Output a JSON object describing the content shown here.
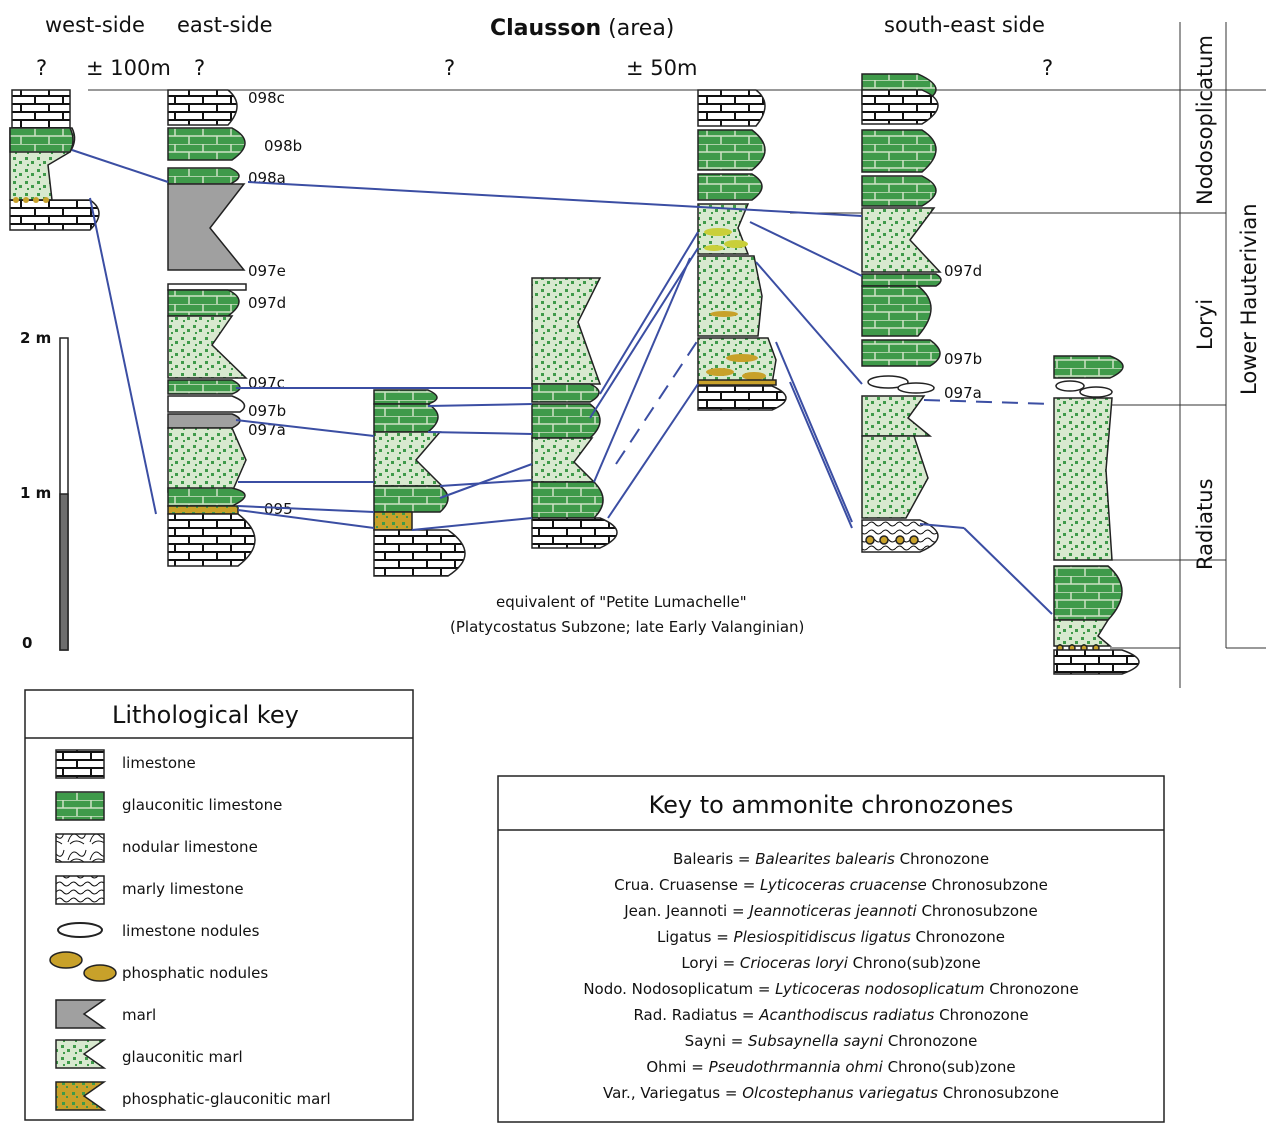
{
  "header": {
    "west_side": "west-side",
    "east_side": "east-side",
    "title_bold": "Clausson",
    "title_rest": " (area)",
    "south_east_side": "south-east side",
    "q1": "?",
    "dist1": "± 100m",
    "q2": "?",
    "q3": "?",
    "dist2": "± 50m",
    "q4": "?"
  },
  "zones": {
    "nodosoplicatum": "Nodosoplicatum",
    "loryi": "Loryi",
    "radiatus": "Radiatus",
    "stage": "Lower Hauterivian"
  },
  "scale": {
    "top": "2 m",
    "mid": "1 m",
    "bottom": "0"
  },
  "beds": {
    "b098c": "098c",
    "b098b": "098b",
    "b098a": "098a",
    "b097e": "097e",
    "b097d_left": "097d",
    "b097c": "097c",
    "b097b_left": "097b",
    "b097a_left": "097a",
    "b095": "095",
    "b097d_right": "097d",
    "b097b_right": "097b",
    "b097a_right": "097a"
  },
  "note": {
    "line1": "equivalent of \"Petite Lumachelle\"",
    "line2": "(Platycostatus Subzone; late Early Valanginian)"
  },
  "lith_key": {
    "title": "Lithological key",
    "items": [
      "limestone",
      "glauconitic limestone",
      "nodular limestone",
      "marly limestone",
      "limestone nodules",
      "phosphatic nodules",
      "marl",
      "glauconitic marl",
      "phosphatic-glauconitic marl"
    ]
  },
  "ammonite_key": {
    "title": "Key to ammonite chronozones",
    "rows": [
      {
        "pre": "Balearis = ",
        "it": "Balearites balearis",
        "post": " Chronozone"
      },
      {
        "pre": "Crua. Cruasense = ",
        "it": "Lyticoceras cruacense",
        "post": " Chronosubzone"
      },
      {
        "pre": "Jean. Jeannoti = ",
        "it": "Jeannoticeras jeannoti",
        "post": " Chronosubzone"
      },
      {
        "pre": "Ligatus = ",
        "it": "Plesiospitidiscus ligatus",
        "post": " Chronozone"
      },
      {
        "pre": "Loryi = ",
        "it": "Crioceras loryi",
        "post": " Chrono(sub)zone"
      },
      {
        "pre": "Nodo. Nodosoplicatum = ",
        "it": "Lyticoceras nodosoplicatum",
        "post": " Chronozone"
      },
      {
        "pre": "Rad. Radiatus = ",
        "it": "Acanthodiscus radiatus",
        "post": " Chronozone"
      },
      {
        "pre": "Sayni = ",
        "it": "Subsaynella sayni",
        "post": " Chronozone"
      },
      {
        "pre": "Ohmi = ",
        "it": "Pseudothrmannia ohmi",
        "post": " Chrono(sub)zone"
      },
      {
        "pre": "Var., Variegatus = ",
        "it": "Olcostephanus variegatus",
        "post": " Chronosubzone"
      }
    ]
  },
  "colors": {
    "glauc": "#3f9a4a",
    "marl": "#a0a0a0",
    "phos": "#c8a12a",
    "line": "#3b4ea3",
    "nodule_yellow": "#c9cf3a",
    "grid_green": "#cfe2c6"
  }
}
